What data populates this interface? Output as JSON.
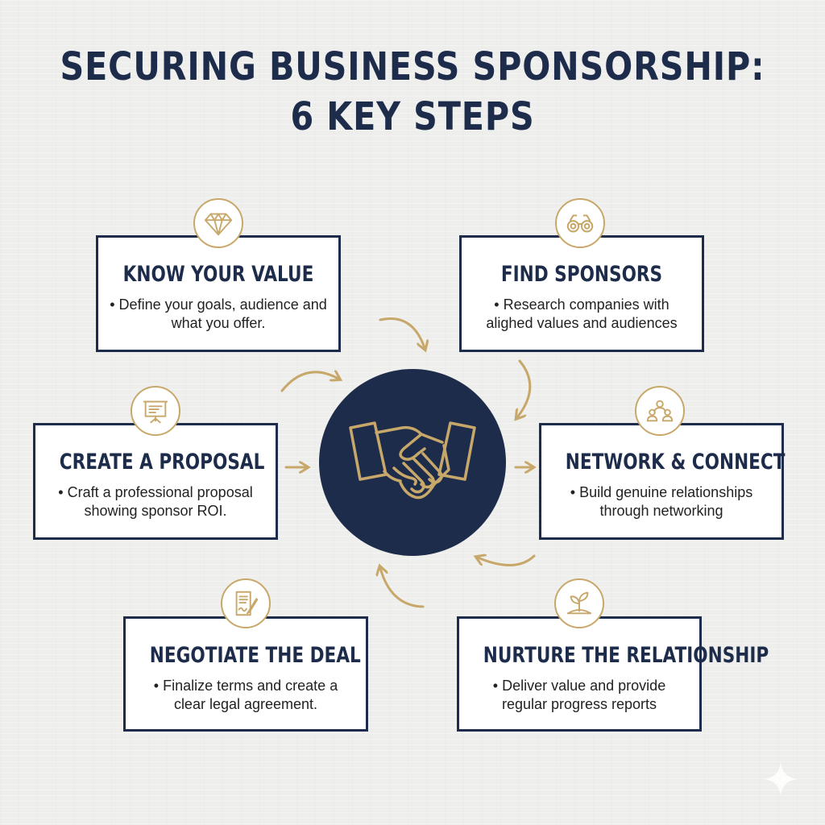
{
  "title": {
    "line1": "SECURING BUSINESS SPONSORSHIP:",
    "line2": "6 KEY STEPS"
  },
  "steps": [
    {
      "title": "KNOW YOUR VALUE",
      "desc": "• Define your goals, audience and what you offer.",
      "icon": "diamond-icon"
    },
    {
      "title": "FIND SPONSORS",
      "desc": "• Research companies with alighed values and audiences",
      "icon": "binoculars-icon"
    },
    {
      "title": "CREATE A PROPOSAL",
      "desc": "• Craft a professional proposal showing sponsor ROI.",
      "icon": "presentation-board-icon"
    },
    {
      "title": "NETWORK & CONNECT",
      "desc": "• Build genuine relationships through networking",
      "icon": "people-network-icon"
    },
    {
      "title": "NEGOTIATE THE DEAL",
      "desc": "• Finalize terms and create a clear legal agreement.",
      "icon": "contract-pen-icon"
    },
    {
      "title": "NURTURE THE RELATIONSHIP",
      "desc": "• Deliver value and provide regular progress reports",
      "icon": "sprout-icon"
    }
  ],
  "hub": {
    "icon": "handshake-icon"
  },
  "colors": {
    "navy": "#1d2c4a",
    "gold": "#c7a86a",
    "card": "#ffffff",
    "background": "#eeeeec"
  }
}
